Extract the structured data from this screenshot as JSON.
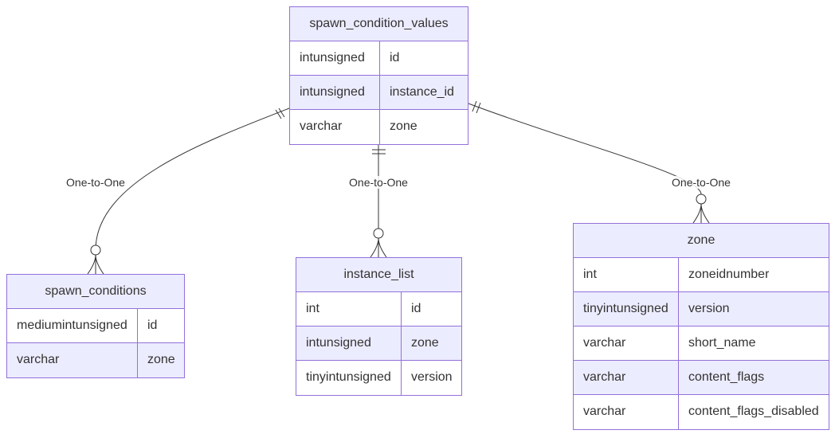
{
  "entities": {
    "scv": {
      "name": "spawn_condition_values",
      "rows": [
        {
          "type": "intunsigned",
          "name": "id"
        },
        {
          "type": "intunsigned",
          "name": "instance_id"
        },
        {
          "type": "varchar",
          "name": "zone"
        }
      ]
    },
    "sc": {
      "name": "spawn_conditions",
      "rows": [
        {
          "type": "mediumintunsigned",
          "name": "id"
        },
        {
          "type": "varchar",
          "name": "zone"
        }
      ]
    },
    "il": {
      "name": "instance_list",
      "rows": [
        {
          "type": "int",
          "name": "id"
        },
        {
          "type": "intunsigned",
          "name": "zone"
        },
        {
          "type": "tinyintunsigned",
          "name": "version"
        }
      ]
    },
    "zone": {
      "name": "zone",
      "rows": [
        {
          "type": "int",
          "name": "zoneidnumber"
        },
        {
          "type": "tinyintunsigned",
          "name": "version"
        },
        {
          "type": "varchar",
          "name": "short_name"
        },
        {
          "type": "varchar",
          "name": "content_flags"
        },
        {
          "type": "varchar",
          "name": "content_flags_disabled"
        }
      ]
    }
  },
  "relationships": [
    {
      "from": "scv",
      "to": "sc",
      "label": "One-to-One"
    },
    {
      "from": "scv",
      "to": "il",
      "label": "One-to-One"
    },
    {
      "from": "scv",
      "to": "zone",
      "label": "One-to-One"
    }
  ],
  "colors": {
    "border": "#9370DB",
    "header_fill": "#ECECFF",
    "row_odd": "#FFFFFF",
    "row_even": "#ECECFF",
    "line": "#333333",
    "text": "#333333"
  }
}
